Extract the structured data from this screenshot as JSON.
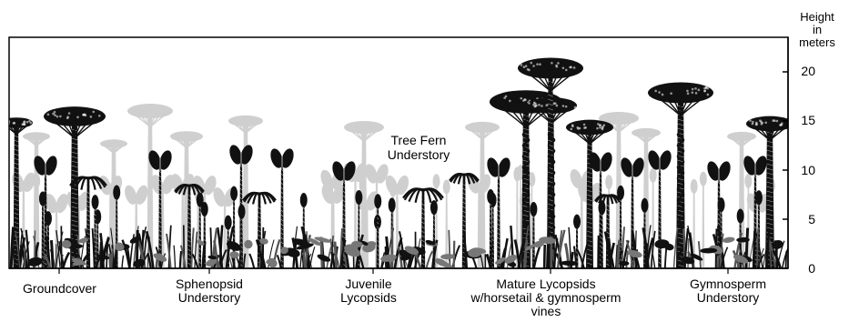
{
  "axis": {
    "title_lines": [
      "Height",
      "in",
      "meters"
    ],
    "ticks": [
      {
        "label": "20",
        "value": 20
      },
      {
        "label": "15",
        "value": 15
      },
      {
        "label": "10",
        "value": 10
      },
      {
        "label": "5",
        "value": 5
      },
      {
        "label": "0",
        "value": 0
      }
    ]
  },
  "inset_label": {
    "lines": [
      "Tree Fern",
      "Understory"
    ]
  },
  "zones": [
    {
      "key": "groundcover",
      "lines": [
        "Groundcover"
      ]
    },
    {
      "key": "sphenopsid",
      "lines": [
        "Sphenopsid",
        "Understory"
      ]
    },
    {
      "key": "juvenile",
      "lines": [
        "Juvenile",
        "Lycopsids"
      ]
    },
    {
      "key": "mature",
      "lines": [
        "Mature Lycopsids",
        "w/horsetail & gymnosperm",
        "vines"
      ]
    },
    {
      "key": "gymnosperm",
      "lines": [
        "Gymnosperm",
        "Understory"
      ]
    }
  ],
  "colors": {
    "foreground": "#111111",
    "background_plants": "#cfcfcf",
    "frame": "#000000"
  }
}
